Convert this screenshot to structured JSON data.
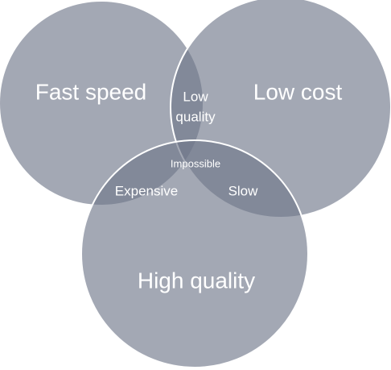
{
  "diagram": {
    "sets": {
      "fast_speed": "Fast speed",
      "low_cost": "Low cost",
      "high_quality": "High quality"
    },
    "intersections": {
      "fast_low_cost_line1": "Low",
      "fast_low_cost_line2": "quality",
      "fast_high_quality": "Expensive",
      "low_cost_high_quality": "Slow",
      "all_three": "Impossible"
    }
  }
}
